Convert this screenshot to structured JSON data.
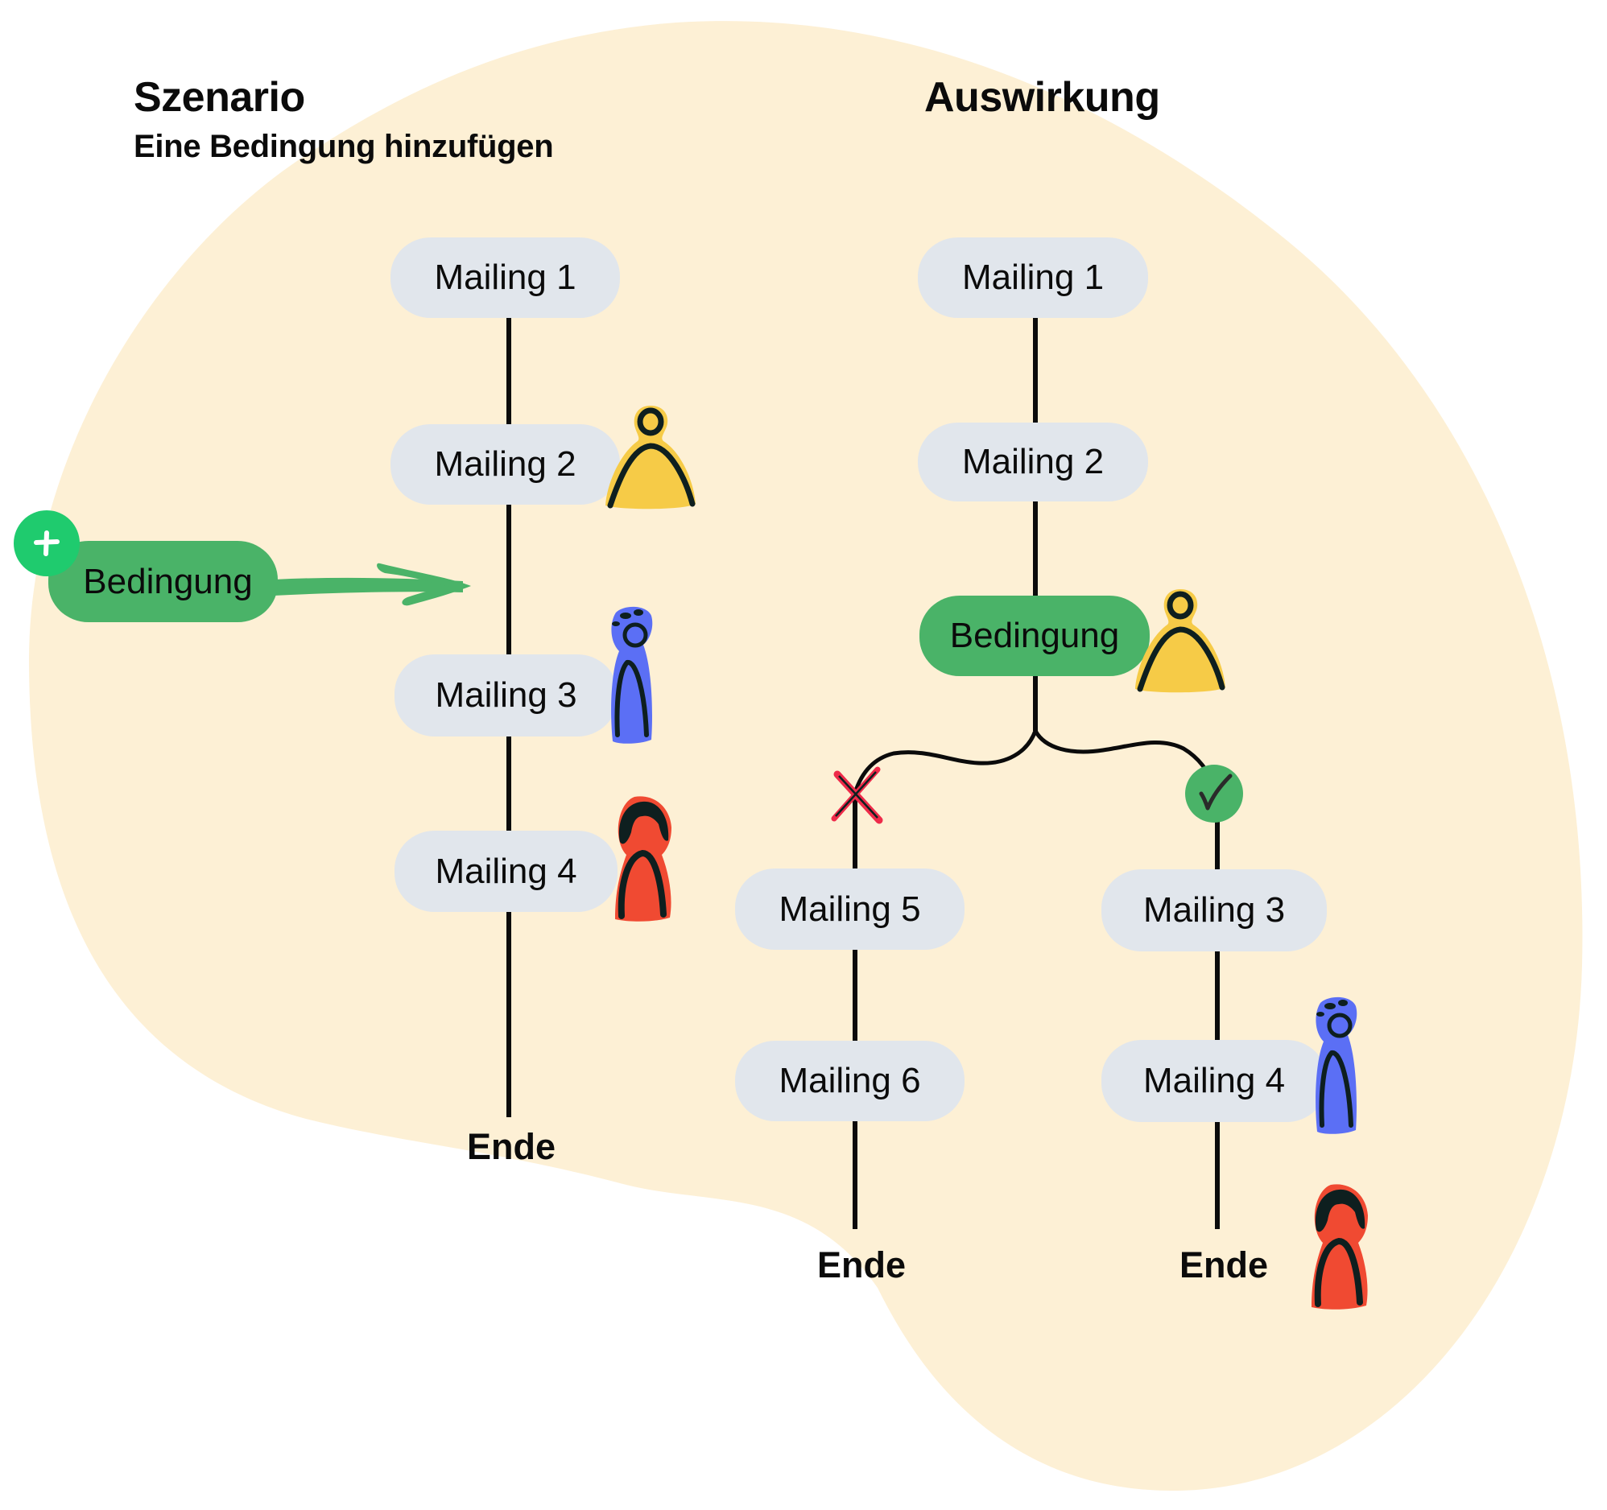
{
  "scenario": {
    "title": "Szenario",
    "subtitle": "Eine Bedingung hinzufügen",
    "flow": [
      "Mailing 1",
      "Mailing 2",
      "Mailing 3",
      "Mailing 4"
    ],
    "end_label": "Ende",
    "condition_label": "Bedingung",
    "add_icon": "plus-icon",
    "arrow_icon": "arrow-right-icon",
    "people": [
      {
        "color": "yellow",
        "at": "Mailing 2"
      },
      {
        "color": "blue",
        "at": "Mailing 3"
      },
      {
        "color": "red",
        "at": "Mailing 4"
      }
    ]
  },
  "impact": {
    "title": "Auswirkung",
    "pre_condition": [
      "Mailing 1",
      "Mailing 2"
    ],
    "condition_label": "Bedingung",
    "branch_false": {
      "marker_icon": "cross-icon",
      "items": [
        "Mailing 5",
        "Mailing 6"
      ],
      "end_label": "Ende"
    },
    "branch_true": {
      "marker_icon": "check-icon",
      "items": [
        "Mailing 3",
        "Mailing 4"
      ],
      "end_label": "Ende"
    },
    "people": [
      {
        "color": "yellow",
        "at": "Bedingung"
      },
      {
        "color": "blue",
        "at": "Mailing 4 (true branch)"
      },
      {
        "color": "red",
        "at": "Ende (true branch)"
      }
    ]
  },
  "colors": {
    "background_blob": "#fdf0d5",
    "mailing_pill": "#e1e6ec",
    "condition_pill": "#4ab368",
    "add_button": "#1fcb6e",
    "person_yellow": "#f6cb47",
    "person_blue": "#5b6ff5",
    "person_red": "#f04a32",
    "cross": "#ee2b4a",
    "ink": "#0e1f1f"
  }
}
